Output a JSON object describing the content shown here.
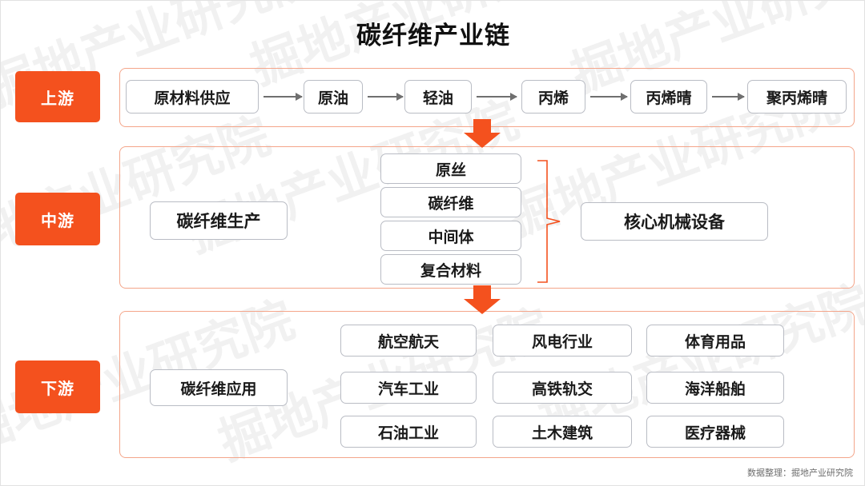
{
  "title": "碳纤维产业链",
  "footer": "数据整理：掘地产业研究院",
  "colors": {
    "accent": "#F4511E",
    "box_border": "#F4A58A",
    "chip_border": "#b9bcc4",
    "arrow": "#6f6f6f"
  },
  "watermark": {
    "text": "掘地产业研究院"
  },
  "stages": {
    "upstream": {
      "label": "上游",
      "nodes": [
        "原材料供应",
        "原油",
        "轻油",
        "丙烯",
        "丙烯晴",
        "聚丙烯晴"
      ]
    },
    "midstream": {
      "label": "中游",
      "main": "碳纤维生产",
      "items": [
        "原丝",
        "碳纤维",
        "中间体",
        "复合材料"
      ],
      "equipment": "核心机械设备"
    },
    "downstream": {
      "label": "下游",
      "main": "碳纤维应用",
      "items": [
        "航空航天",
        "风电行业",
        "体育用品",
        "汽车工业",
        "高铁轨交",
        "海洋船舶",
        "石油工业",
        "土木建筑",
        "医疗器械"
      ]
    }
  }
}
